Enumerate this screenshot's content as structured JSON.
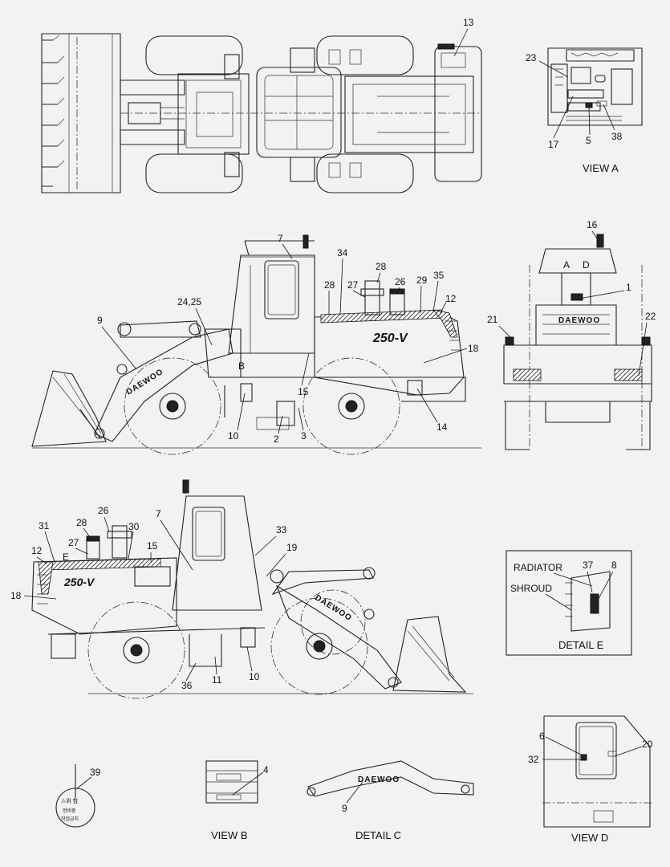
{
  "view_labels": {
    "view_a": "VIEW A",
    "view_b": "VIEW B",
    "view_d": "VIEW D",
    "detail_c": "DETAIL C",
    "detail_e": "DETAIL E"
  },
  "detail_e_text": {
    "radiator": "RADIATOR",
    "shroud": "SHROUD"
  },
  "section_letters": {
    "a": "A",
    "b": "B",
    "d": "D",
    "e": "E"
  },
  "decal": {
    "brand": "DAEWOO",
    "model": "250-V",
    "warning_line1": "⚠위 험",
    "warning_line2": "정비중",
    "warning_line3": "작업금지"
  },
  "callouts": {
    "c13": "13",
    "c23": "23",
    "c17": "17",
    "c5": "5",
    "c38": "38",
    "s7": "7",
    "s34": "34",
    "s28": "28",
    "s28b": "28",
    "s27": "27",
    "s26": "26",
    "s29": "29",
    "s35": "35",
    "s12": "12",
    "s18": "18",
    "s24": "24,25",
    "s9": "9",
    "s15": "15",
    "s14": "14",
    "s10": "10",
    "s2": "2",
    "s3": "3",
    "r16": "16",
    "r1": "1",
    "r21": "21",
    "r22": "22",
    "l31": "31",
    "l28": "28",
    "l26": "26",
    "l30": "30",
    "l27": "27",
    "l12": "12",
    "l15": "15",
    "l7": "7",
    "l33": "33",
    "l19": "19",
    "l18": "18",
    "l36": "36",
    "l11": "11",
    "l10": "10",
    "e37": "37",
    "e8": "8",
    "d6": "6",
    "d32": "32",
    "d20": "20",
    "b39": "39",
    "b4": "4",
    "c9": "9"
  }
}
